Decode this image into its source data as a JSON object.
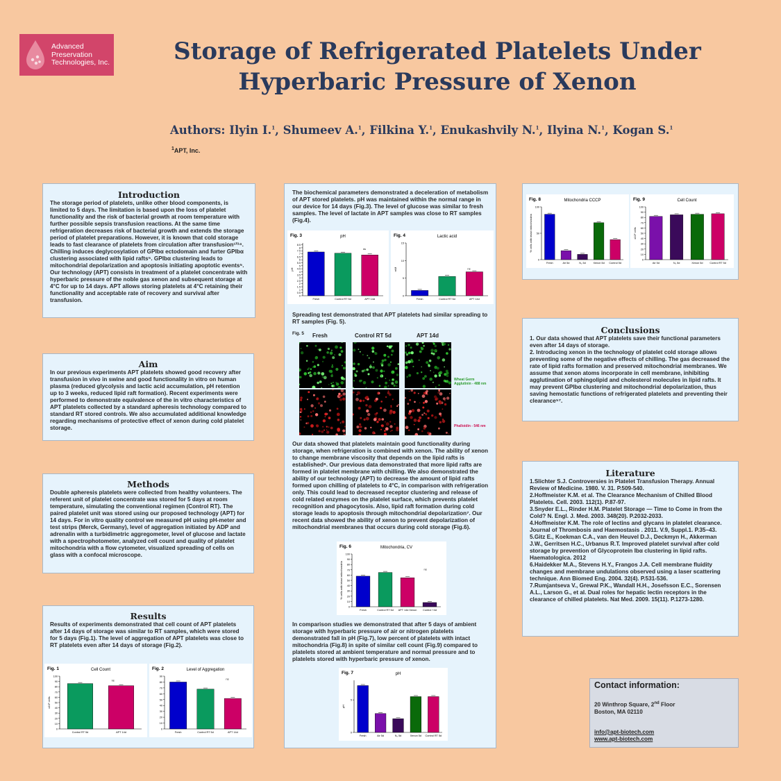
{
  "logo": {
    "line1": "Advanced",
    "line2": "Preservation",
    "line3": "Technologies, Inc."
  },
  "title": {
    "line1": "Storage of Refrigerated  Platelets Under",
    "line2": "Hyperbaric Pressure of Xenon"
  },
  "authors": {
    "prefix": "Authors:",
    "list": [
      {
        "name": "Ilyin I.",
        "sup": "1"
      },
      {
        "name": "Shumeev A.",
        "sup": "1"
      },
      {
        "name": "Filkina Y.",
        "sup": "1"
      },
      {
        "name": "Enukashvily N.",
        "sup": "1"
      },
      {
        "name": "Ilyina N.",
        "sup": "1"
      },
      {
        "name": "Kogan S.",
        "sup": "1"
      }
    ],
    "affiliation": "APT, Inc.",
    "affiliation_sup": "1"
  },
  "intro": {
    "heading": "Introduction",
    "text": "The storage period of platelets, unlike other blood components, is limited to 5 days. The limitation is based upon the loss of platelet functionality and the risk of bacterial growth at room temperature with further possible sepsis transfusion reactions. At the same time refrigeration decreases risk of bacterial growth and extends the storage period of platelet preparations. However, it is known that cold storage leads to fast clearance of platelets from circulation after transfusion¹²³⁴. Chilling induces deglycosylation of GPIbα ectodomain and furter GPIbα clustering associated with lipid rafts⁵. GPIbα clustering leads to mitochondrial depolarization and apoptosis initiating apoptotic events⁵. Our technology (APT) consists in treatment of a platelet concentrate with hyperbaric pressure of the noble gas xenon and subsequent storage at 4°C for up to 14 days. APT allows storing platelets at 4°C retaining their functionality and acceptable rate of recovery and survival after transfusion."
  },
  "aim": {
    "heading": "Aim",
    "text": "In our previous experiments APT platelets showed good recovery after transfusion in vivo in swine and good functionality in vitro on human plasma (reduced glycolysis and lactic acid accumulation, pH retention up to 3 weeks, reduced lipid raft formation). Recent experiments were performed to demonstrate equivalence of the in vitro characteristics of APT platelets collected by a standard apheresis technology compared to standard RT stored controls. We also accumulated additional knowledge regarding mechanisms of protective effect of xenon during cold platelet storage."
  },
  "methods": {
    "heading": "Methods",
    "text": "Double apheresis platelets were collected from healthy volunteers. The referent unit of platelet concentrate was stored for 5 days at room temperature, simulating the conventional regimen (Control RT). The paired platelet unit was stored using our proposed technology (APT) for 14 days. For in vitro quality control we measured pH using pH-meter and test strips (Merck, Germany), level of aggregation initiated by ADP and adrenalin with a turbidimetric aggregometer, level of glucose and lactate with a spectrophotometer, analyzed cell count and quality of platelet mitochondria with a flow cytometer, visualized spreading of cells on glass with a confocal microscope."
  },
  "results": {
    "heading": "Results",
    "text": "Results of experiments demonstrated that cell count of APT platelets after 14 days of storage was similar to RT samples, which were stored for 5 days (Fig.1). The level of aggregation of APT platelets was close to RT platelets even after 14 days of storage (Fig.2)."
  },
  "middle": {
    "p1": "The biochemical parameters demonstrated a deceleration of metabolism of APT stored platelets. pH was maintained within the normal range in our device for 14 days (Fig.3). The level of glucose was similar to fresh samples. The level of lactate in APT samples was close to RT samples (Fig.4).",
    "p2": "Spreading test demonstrated that APT platelets had similar spreading to RT samples (Fig. 5).",
    "p3": "Our data showed that platelets maintain good functionality during storage, when refrigeration is combined with xenon. The ability of xenon to change membrane viscosity that depends on the lipid rafts is established⁶. Our previous data demonstrated that more lipid rafts are formed in platelet membrane with chilling. We also demonstrated the ability of our technology (APT) to decrease the amount of lipid rafts formed upon chilling of platelets to 4°C, in comparison with refrigeration only. This could lead to decreased receptor clustering and release of cold related enzymes on the platelet surface, which prevents platelet recognition and phagocytosis. Also, lipid raft formation during cold storage leads to apoptosis through mitochondrial depolarization⁷. Our recent data showed the ability of xenon to prevent depolarization of mitochondrial membranes that occurs during cold storage (Fig.6).",
    "p4": "In comparison studies we demonstrated that after 5 days of ambient storage with hyperbaric pressure of air or nitrogen platelets demonstrated fall in pH (Fig.7), low percent of platelets with intact mitochondria (Fig.8) in spite of similar cell count (Fig.9) compared to platelets stored at ambient temperature and normal pressure and to platelets stored with hyperbaric pressure of xenon."
  },
  "fig5": {
    "label": "Fig. 5",
    "col1": "Fresh",
    "col2": "Control RT 5d",
    "col3": "APT 14d",
    "green_label_1": "Wheat Germ",
    "green_label_2": "Agglutinin - 488 nm",
    "red_label": "Phalloidin - 546 nm"
  },
  "conclusions": {
    "heading": "Conclusions",
    "text": "1. Our data showed that APT platelets save their functional parameters even after 14 days of storage.\n2. Introducing xenon in the technology of platelet cold storage allows preventing some of the negative effects of chilling. The gas decreased the rate of lipid rafts formation and preserved mitochondrial membranes. We assume that xenon atoms incorporate in cell membrane, inhibiting agglutination of sphingolipid and cholesterol molecules in lipid rafts. It may prevent GPIbα clustering and mitochondrial depolarization, thus saving hemostatic functions of refrigerated platelets and preventing their clearance⁵⁷."
  },
  "literature": {
    "heading": "Literature",
    "items": [
      "1.Slichter S.J. Controversies in Platelet Transfusion Therapy. Annual Review of Medicine. 1980. V. 31. P.509-540.",
      "2.Hoffmeister K.M. et al. The Clearance Mechanism of Chilled Blood Platelets. Cell. 2003. 112(1). P.87-97.",
      "3.Snyder E.L., Rinder H.M. Platelet Storage — Time to Come in from the Cold? N. Engl. J. Med. 2003. 348(20). P.2032-2033.",
      "4.Hoffmeister K.M. The role of lectins and glycans in platelet clearance. Journal of Thrombosis and Haemostasis . 2011.  V.9, Suppl.1. P.35–43.",
      "5.Gitz E., Koekman C.A., van den Heuvel D.J., Deckmyn H., Akkerman J.W., Gerritsen H.C., Urbanus R.T. Improved platelet survival after cold storage by prevention of Glycoprotein Ibα clustering in lipid rafts. Haematologica. 2012",
      "6.Haidekker M.A., Stevens H.Y., Frangos J.A. Cell membrane fluidity changes and membrane undulations observed using a laser scattering technique. Ann Biomed Eng. 2004. 32(4). P.531-536.",
      "7.Rumjantseva V., Grewal P.K., Wandall H.H., Josefsson E.C., Sorensen A.L., Larson G., et al. Dual roles for hepatic lectin receptors in the clearance of chilled platelets. Nat Med. 2009. 15(11). P.1273-1280."
    ]
  },
  "contact": {
    "heading": "Contact information:",
    "addr1": "20 Winthrop Square, 2",
    "addr1_sup": "nd",
    "addr1_tail": " Floor",
    "addr2": "Boston, MA 02110",
    "email": "info@apt-biotech.com",
    "web": "www.apt-biotech.com"
  },
  "colors": {
    "blue": "#0000cc",
    "green": "#0a9a5e",
    "magenta": "#cc0066",
    "purple": "#7a10aa",
    "darkpurple": "#3a0a5a",
    "darkgreen": "#0a6a0a",
    "title": "#2a3a5c",
    "background": "#f8c8a0"
  },
  "chart_data": [
    {
      "id": "fig1",
      "fig_label": "Fig. 1",
      "type": "bar",
      "title": "Cell Count",
      "ylabel": "x10⁹ cells",
      "categories": [
        "Control RT 5d",
        "APT 14d"
      ],
      "values": [
        86,
        82
      ],
      "ylim": [
        0,
        100
      ],
      "yticks": [
        0,
        10,
        20,
        30,
        40,
        50,
        60,
        70,
        80,
        90,
        100
      ],
      "colors": [
        "#0a9a5e",
        "#cc0066"
      ],
      "annotation": "ns"
    },
    {
      "id": "fig2",
      "fig_label": "Fig. 2",
      "type": "bar",
      "title": "Level of Aggregation",
      "ylabel": "",
      "categories": [
        "Fresh",
        "Control RT 5d",
        "APT 14d"
      ],
      "values": [
        80,
        68,
        52
      ],
      "ylim": [
        0,
        90
      ],
      "yticks": [
        0,
        10,
        20,
        30,
        40,
        50,
        60,
        70,
        80,
        90
      ],
      "colors": [
        "#0000cc",
        "#0a9a5e",
        "#cc0066"
      ],
      "annotation": "ns"
    },
    {
      "id": "fig3",
      "fig_label": "Fig. 3",
      "type": "bar",
      "title": "pH",
      "ylabel": "pH",
      "categories": [
        "Fresh",
        "Control RT 5d",
        "APT 14d"
      ],
      "values": [
        7.3,
        7.1,
        6.8
      ],
      "ylim": [
        0,
        8.8
      ],
      "yticks": [
        0,
        0.5,
        1,
        1.5,
        2,
        2.5,
        3,
        3.5,
        4,
        4.5,
        5,
        5.5,
        6,
        6.5,
        7,
        7.5,
        8,
        8.5
      ],
      "colors": [
        "#0000cc",
        "#0a9a5e",
        "#cc0066"
      ],
      "annotation": "ns"
    },
    {
      "id": "fig4",
      "fig_label": "Fig. 4",
      "type": "bar",
      "title": "Lactic acid",
      "ylabel": "mM",
      "categories": [
        "Fresh",
        "Control RT 5d",
        "APT 14d"
      ],
      "values": [
        1.5,
        5.5,
        6.8
      ],
      "ylim": [
        0,
        15
      ],
      "yticks": [
        0,
        5,
        10,
        15
      ],
      "colors": [
        "#0000cc",
        "#0a9a5e",
        "#cc0066"
      ],
      "annotation": "ns"
    },
    {
      "id": "fig6",
      "fig_label": "Fig. 6",
      "type": "bar",
      "title": "Mitochondria, CV",
      "ylabel": "% cells with intact mitochondria",
      "categories": [
        "Fresh",
        "Control RT 5d",
        "APT 14d Xenon",
        "Control +4d"
      ],
      "values": [
        58,
        65,
        55,
        8
      ],
      "ylim": [
        0,
        100
      ],
      "yticks": [
        0,
        10,
        20,
        30,
        40,
        50,
        60,
        70,
        80,
        90,
        100
      ],
      "colors": [
        "#0000cc",
        "#0a9a5e",
        "#cc0066",
        "#3a0a5a"
      ],
      "annotation": "ns"
    },
    {
      "id": "fig7",
      "fig_label": "Fig. 7",
      "type": "bar",
      "title": "pH",
      "ylabel": "pH",
      "categories": [
        "Fresh",
        "Air 5d",
        "N₂ 5d",
        "Xenon 5d",
        "Control RT 5d"
      ],
      "values": [
        7.2,
        2.9,
        2.1,
        5.5,
        5.5
      ],
      "ylim": [
        0,
        8
      ],
      "yticks": [
        0,
        5
      ],
      "colors": [
        "#0000cc",
        "#7a10aa",
        "#3a0a5a",
        "#0a6a0a",
        "#cc0066"
      ],
      "annotation": ""
    },
    {
      "id": "fig8",
      "fig_label": "Fig. 8",
      "type": "bar",
      "title": "Mitochondria CCCP",
      "ylabel": "% cells with intact mitochondria",
      "categories": [
        "Fresh",
        "Air 5d",
        "N₂ 5d",
        "Xenon 5d",
        "Control 5d"
      ],
      "values": [
        86,
        17,
        10,
        70,
        38
      ],
      "ylim": [
        0,
        100
      ],
      "yticks": [
        0,
        50,
        100
      ],
      "colors": [
        "#0000cc",
        "#7a10aa",
        "#3a0a5a",
        "#0a6a0a",
        "#cc0066"
      ],
      "annotation": ""
    },
    {
      "id": "fig9",
      "fig_label": "Fig. 9",
      "type": "bar",
      "title": "Cell Count",
      "ylabel": "x10⁹ cells",
      "categories": [
        "Air 5d",
        "N₂ 5d",
        "Xenon 5d",
        "Control RT 5d"
      ],
      "values": [
        82,
        85,
        86,
        87
      ],
      "ylim": [
        0,
        100
      ],
      "yticks": [
        0,
        10,
        20,
        30,
        40,
        50,
        60,
        70,
        80,
        90,
        100
      ],
      "colors": [
        "#7a10aa",
        "#3a0a5a",
        "#0a6a0a",
        "#cc0066"
      ],
      "annotation": ""
    }
  ]
}
